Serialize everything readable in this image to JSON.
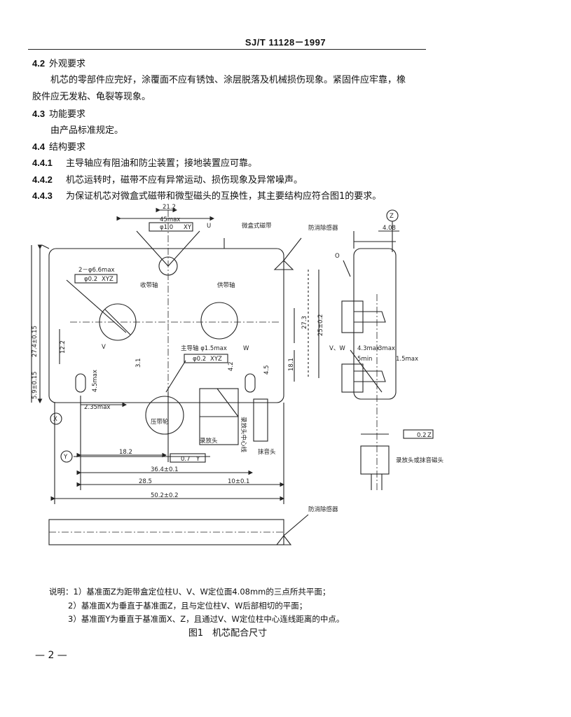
{
  "header": {
    "standard": "SJ/T 11128－1997"
  },
  "sections": [
    {
      "num": "4.2",
      "text": "外观要求"
    },
    {
      "num": "",
      "text": "机芯的零部件应完好，涂覆面不应有锈蚀、涂层脱落及机械损伤现象。紧固件应牢靠，橡"
    },
    {
      "num": "",
      "text": "胶件应无发粘、龟裂等现象。"
    },
    {
      "num": "4.3",
      "text": "功能要求"
    },
    {
      "num": "",
      "text": "由产品标准规定。"
    },
    {
      "num": "4.4",
      "text": "结构要求"
    },
    {
      "num": "4.4.1",
      "text": "主导轴应有阻油和防尘装置；接地装置应可靠。"
    },
    {
      "num": "4.4.2",
      "text": "机芯运转时，磁带不应有异常运动、损伤现象及异常噪声。"
    },
    {
      "num": "4.4.3",
      "text": "为保证机芯对微盒式磁带和微型磁头的互换性，其主要结构应符合图1的要求。"
    }
  ],
  "figure": {
    "labels": {
      "dim_21_2": "21.2",
      "dim_45max": "45max",
      "tol_u": "φ1.0",
      "tol_u_ref": "XY",
      "datum_u": "U",
      "cassette": "微盒式磁带",
      "anti_mis": "防消除感器",
      "datum_z": "Z",
      "dim_408": "4.08",
      "dim_o": "O",
      "hole_dia": "2－φ6.6max",
      "tol_holes": "φ0.2",
      "tol_holes_ref": "XYZ",
      "supply_reel": "收带轴",
      "takeup_reel": "供带轴",
      "dim_27_4": "27.4±0.15",
      "dim_12_2": "12.2",
      "dim_27_3": "27.3",
      "dim_25": "25±0.2",
      "dim_vw": "V、W",
      "capstan": "主导轴 φ1.5max",
      "tol_cap": "φ0.2",
      "tol_cap_ref": "XYZ",
      "datum_v": "V",
      "datum_w": "W",
      "dim_3_1": "3.1",
      "dim_4_2": "4.2",
      "dim_4_5": "4.5",
      "dim_18_1": "18.1",
      "dim_4_3": "4.3max",
      "dim_3max": "3max",
      "dim_5min": "5min",
      "dim_1_5": "1.5max",
      "dim_4_5max": "4.5max",
      "dim_5_9": "5.9±0.15",
      "dim_2_35": "2.35max",
      "pinch": "压带轮",
      "head": "录放头",
      "erase": "抹音头",
      "datum_x": "X",
      "datum_y": "Y",
      "dim_18_2": "18.2",
      "tol_y": "0.7",
      "tol_y_ref": "Y",
      "dim_36_4": "36.4±0.1",
      "dim_10": "10±0.1",
      "dim_28_5": "28.5",
      "dim_50_2": "50.2±0.2",
      "tol_z": "0.2",
      "tol_z_ref": "Z",
      "head_side": "录放头或抹音磁头",
      "anti_mis2": "防消除感器",
      "head_label": "录放头中心线"
    }
  },
  "notes": [
    "说明：1）基准面Z为距带盒定位柱U、V、W定位面4.08mm的三点所共平面；",
    "2）基准面X为垂直于基准面Z，且与定位柱V、W后部相切的平面；",
    "3）基准面Y为垂直于基准面X、Z，且通过V、W定位柱中心连线距离的中点。"
  ],
  "caption": "图1　机芯配合尺寸",
  "page_number": "— 2 —"
}
